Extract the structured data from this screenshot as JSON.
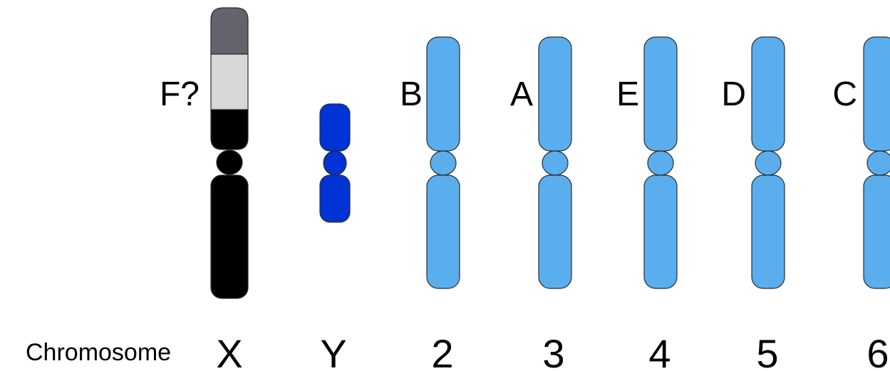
{
  "row_title": "Chromosome",
  "colors": {
    "x_top": "#63636e",
    "x_band": "#d7d7d9",
    "x_body": "#000000",
    "y_body": "#0033d6",
    "autosome": "#5aaeed",
    "outline": "#2b2b2b"
  },
  "chromosomes": [
    {
      "id": "X",
      "name": "X",
      "label": "F?"
    },
    {
      "id": "Y",
      "name": "Y",
      "label": ""
    },
    {
      "id": "2",
      "name": "2",
      "label": "B"
    },
    {
      "id": "3",
      "name": "3",
      "label": "A"
    },
    {
      "id": "4",
      "name": "4",
      "label": "E"
    },
    {
      "id": "5",
      "name": "5",
      "label": "D"
    },
    {
      "id": "6",
      "name": "6",
      "label": "C"
    }
  ]
}
